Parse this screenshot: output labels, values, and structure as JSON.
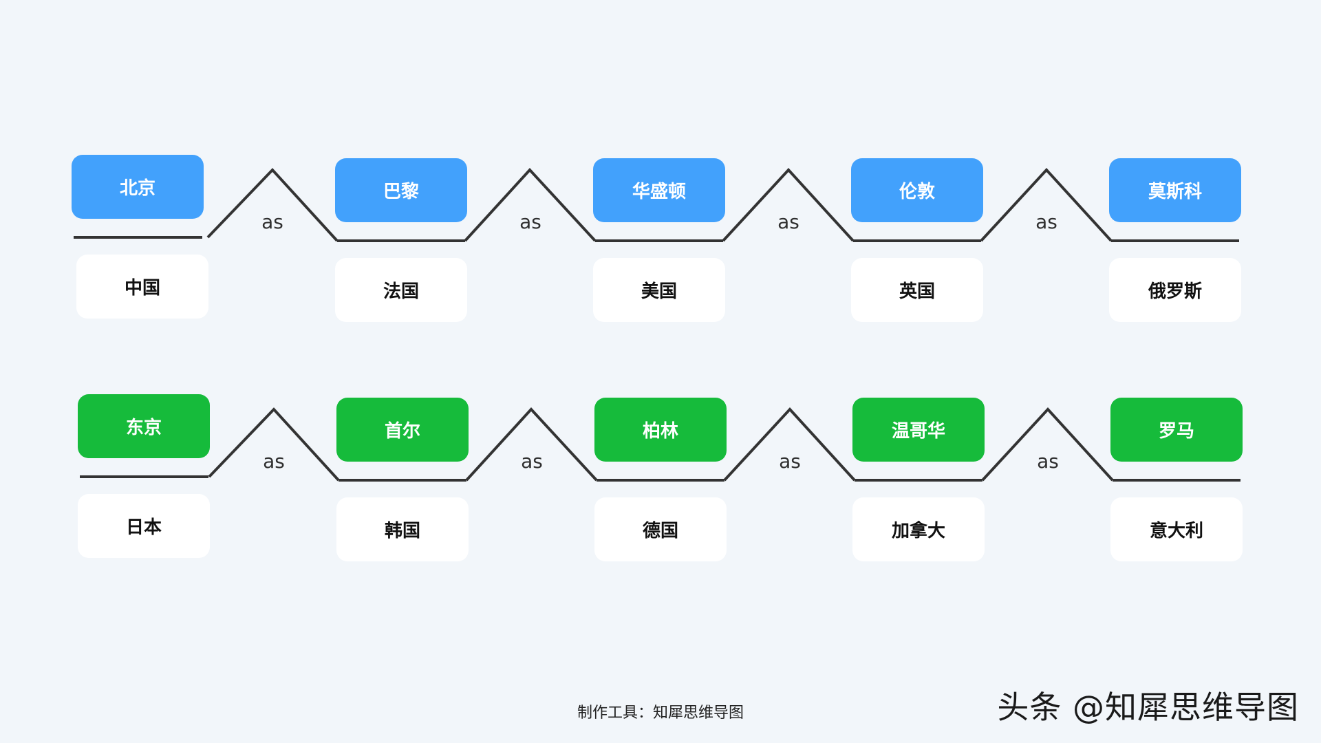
{
  "relation_word": "as",
  "rows": [
    {
      "color": "#42a1fc",
      "pairs": [
        {
          "top": "北京",
          "bottom": "中国"
        },
        {
          "top": "巴黎",
          "bottom": "法国"
        },
        {
          "top": "华盛顿",
          "bottom": "美国"
        },
        {
          "top": "伦敦",
          "bottom": "英国"
        },
        {
          "top": "莫斯科",
          "bottom": "俄罗斯"
        }
      ]
    },
    {
      "color": "#16bb3b",
      "pairs": [
        {
          "top": "东京",
          "bottom": "日本"
        },
        {
          "top": "首尔",
          "bottom": "韩国"
        },
        {
          "top": "柏林",
          "bottom": "德国"
        },
        {
          "top": "温哥华",
          "bottom": "加拿大"
        },
        {
          "top": "罗马",
          "bottom": "意大利"
        }
      ]
    }
  ],
  "footer": "制作工具：知犀思维导图",
  "watermark": "头条 @知犀思维导图",
  "line_color": "#333333"
}
